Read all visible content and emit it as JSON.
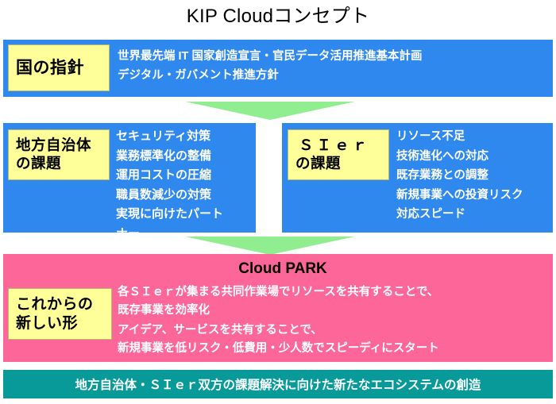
{
  "title": "KIP Cloudコンセプト",
  "colors": {
    "blue": "#2f88ee",
    "pink": "#fc6699",
    "teal": "#089a99",
    "chip_yellow": "#ffff99",
    "arrow_green": "#90ee90",
    "text_white": "#ffffff",
    "text_black": "#000000"
  },
  "sections": {
    "national": {
      "chip_label": "国の指針",
      "lines": [
        "世界最先端 IT 国家創造宣言・官民データ活用推進基本計画",
        "デジタル・ガバメント推進方針"
      ]
    },
    "municipal": {
      "chip_line1": "地方自治体",
      "chip_line2": "の課題",
      "lines": [
        "セキュリティ対策",
        "業務標準化の整備",
        "運用コストの圧縮",
        "職員数減少の対策",
        "実現に向けたパート",
        "ナー"
      ]
    },
    "sier": {
      "chip_line1": "ＳＩｅｒ",
      "chip_line2": "の課題",
      "lines": [
        "リソース不足",
        "技術進化への対応",
        "既存業務との調整",
        "新規事業への投資リスク",
        "対応スピード"
      ]
    },
    "future": {
      "heading": "Cloud PARK",
      "chip_line1": "これからの",
      "chip_line2": "新しい形",
      "block_a": [
        "各ＳＩｅｒが集まる共同作業場でリソースを共有することで、",
        "既存事業を効率化"
      ],
      "block_b": [
        "アイデア、サービスを共有することで、",
        "新規事業を低リスク・低費用・少人数でスピーディにスタート"
      ]
    },
    "footer": {
      "text": "地方自治体・ＳＩｅｒ双方の課題解決に向けた新たなエコシステムの創造"
    }
  },
  "arrows": [
    {
      "name": "arrow-national-to-challenges",
      "direction": "down"
    },
    {
      "name": "arrow-challenges-to-future",
      "direction": "down"
    }
  ]
}
